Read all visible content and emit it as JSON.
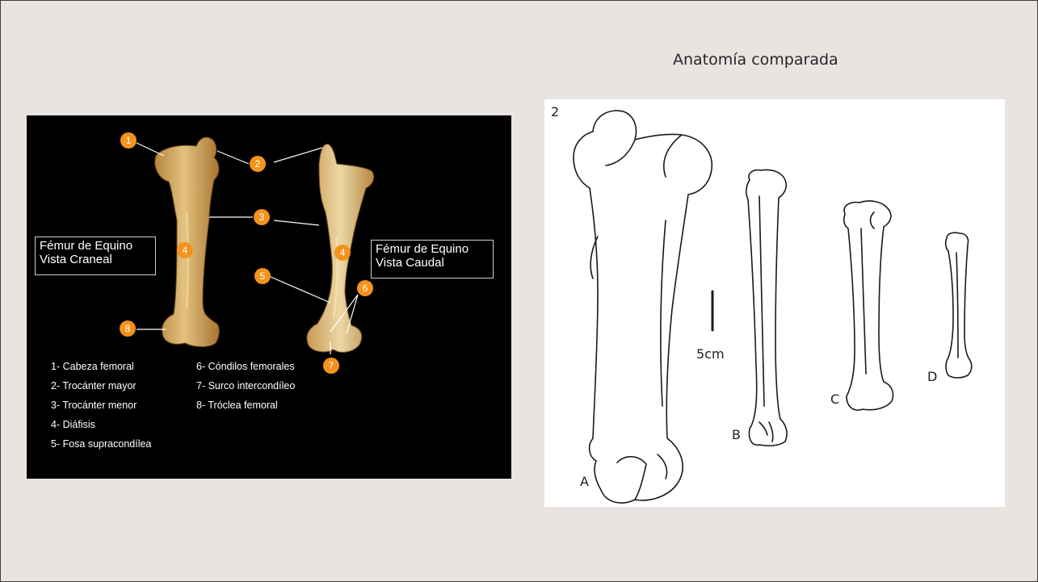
{
  "slide": {
    "title": "Anatomía comparada"
  },
  "photo": {
    "box_cranial": {
      "line1": "Fémur de Equino",
      "line2": "Vista Craneal"
    },
    "box_caudal": {
      "line1": "Fémur de Equino",
      "line2": "Vista Caudal"
    },
    "badges": [
      "1",
      "2",
      "3",
      "4",
      "4",
      "5",
      "6",
      "7",
      "8"
    ],
    "legend": [
      "1- Cabeza femoral",
      "2- Trocánter mayor",
      "3- Trocánter menor",
      "4- Diáfisis",
      "5- Fosa supracondílea",
      "6- Cóndilos femorales",
      "7- Surco intercondíleo",
      "8- Tróclea femoral"
    ],
    "colors": {
      "badge": "#f3921c",
      "bone": "#d9b26a",
      "background": "#000000"
    }
  },
  "drawing": {
    "figure_number": "2",
    "scale_label": "5cm",
    "bone_labels": [
      "A",
      "B",
      "C",
      "D"
    ]
  }
}
